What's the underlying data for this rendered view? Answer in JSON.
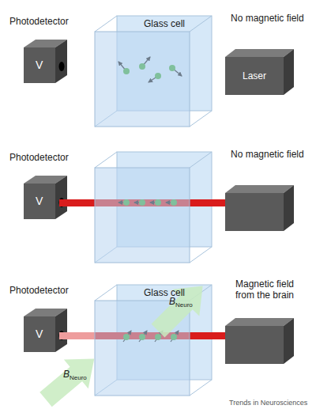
{
  "diagram": {
    "nodes": [
      {
        "text": [
          "Photodetector",
          "V"
        ]
      },
      {
        "text": [
          "Glass cell"
        ]
      },
      {
        "text": [
          "Laser"
        ]
      },
      {
        "text": [
          "Photodetector",
          "V"
        ]
      },
      {
        "text": [
          "Photodetector",
          "V"
        ]
      },
      {
        "text": [
          "Glass cell"
        ]
      }
    ],
    "labels": [
      "No magnetic field",
      "No magnetic field",
      "Magnetic field from the brain",
      "B",
      "Neuro",
      "B",
      "Neuro",
      "Trends in Neurosciences"
    ]
  }
}
